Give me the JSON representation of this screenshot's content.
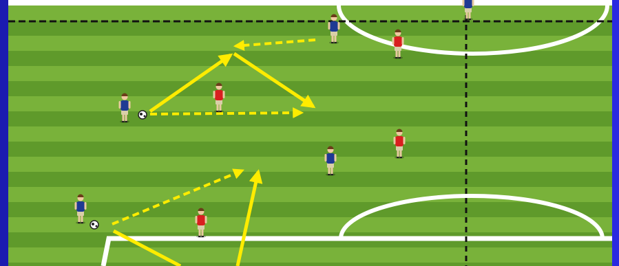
{
  "diagram": {
    "type": "soccer-drill",
    "colors": {
      "grass_light": "#79b23a",
      "grass_dark": "#5f9a2b",
      "line_white": "#ffffff",
      "boundary_dashed": "#111111",
      "arrow": "#ffec00",
      "team_blue": "#1f3a93",
      "team_red": "#d81f1f",
      "shorts": "#d9cfa8",
      "frame_left": "#1b1bb0",
      "frame_right": "#2a2ae0"
    },
    "players": [
      {
        "team": "blue",
        "role": "passer-top"
      },
      {
        "team": "blue",
        "role": "receiver-top"
      },
      {
        "team": "blue",
        "role": "support-middle"
      },
      {
        "team": "blue",
        "role": "passer-bottom"
      },
      {
        "team": "blue",
        "role": "far-top"
      },
      {
        "team": "red",
        "role": "defender-top-center"
      },
      {
        "team": "red",
        "role": "defender-top-right"
      },
      {
        "team": "red",
        "role": "defender-middle-right"
      },
      {
        "team": "red",
        "role": "defender-bottom"
      }
    ],
    "balls": [
      {
        "label": "ball-top"
      },
      {
        "label": "ball-bottom"
      }
    ],
    "arrows": [
      {
        "kind": "run",
        "style": "solid",
        "label": "run-up"
      },
      {
        "kind": "run",
        "style": "solid",
        "label": "run-down-right"
      },
      {
        "kind": "pass",
        "style": "dashed",
        "label": "pass-across"
      },
      {
        "kind": "pass",
        "style": "dashed",
        "label": "pass-back"
      },
      {
        "kind": "pass",
        "style": "dashed",
        "label": "pass-diagonal-bottom"
      },
      {
        "kind": "run",
        "style": "solid",
        "label": "run-up-bottom"
      },
      {
        "kind": "run",
        "style": "solid",
        "label": "run-bottom-left"
      }
    ]
  }
}
